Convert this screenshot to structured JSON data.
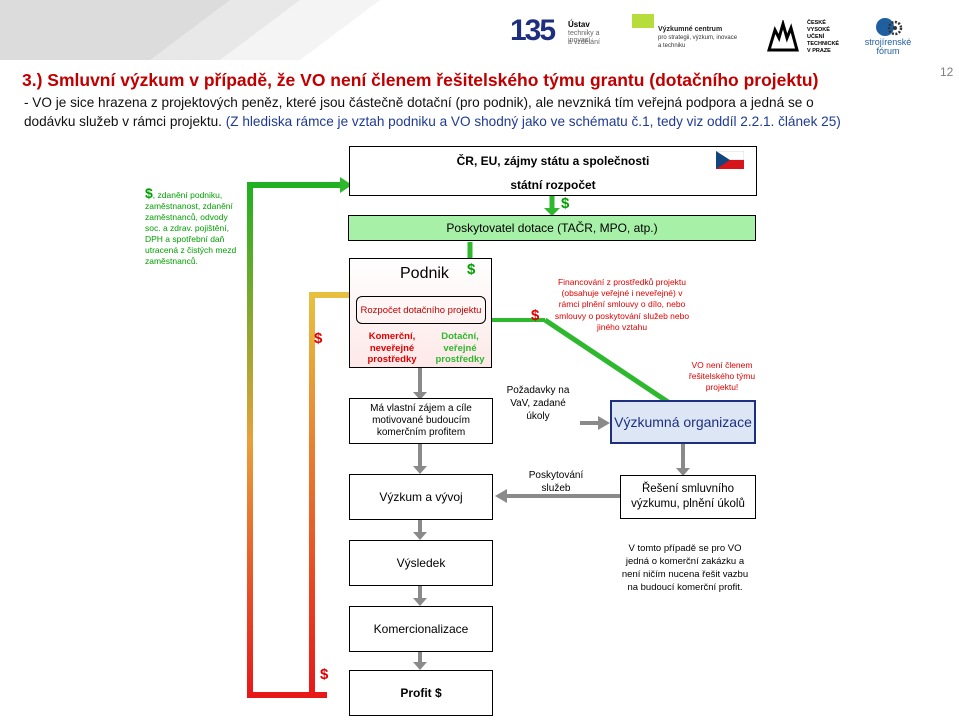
{
  "header": {
    "logo_135_number": "135",
    "logo_135_line1": "Ústav",
    "logo_135_line2": "techniky a inovací",
    "logo_135_line3": "a vzdělání",
    "logo_vc_line1": "Výzkumné centrum",
    "logo_vc_line2": "pro strategii, výzkum, inovace",
    "logo_vc_line3": "a techniku",
    "logo_cvut_line1": "ČESKÉ",
    "logo_cvut_line2": "VYSOKÉ",
    "logo_cvut_line3": "UČENÍ",
    "logo_cvut_line4": "TECHNICKÉ",
    "logo_cvut_line5": "V PRAZE",
    "logo_forum_line1": "strojírenské",
    "logo_forum_line2": "fórum",
    "page_number": "12"
  },
  "slide": {
    "title": "3.) Smluvní výzkum v případě, že VO není členem řešitelského týmu grantu (dotačního projektu)",
    "intro_line1": "- VO je sice hrazena z projektových peněz, které jsou částečně dotační (pro podnik), ale nevzniká tím veřejná podpora a jedná se o",
    "intro_line2a": "dodávku služeb v rámci projektu.",
    "intro_line2b": " (Z hlediska rámce je vztah podniku a VO shodný jako ve schématu č.1, tedy viz oddíl 2.2.1. článek 25)"
  },
  "diagram": {
    "state_box": "ČR, EU, zájmy státu a společnosti",
    "budget_label": "státní rozpočet",
    "dollar": "$",
    "provider_box": "Poskytovatel dotace (TAČR, MPO, atp.)",
    "taxes_dollar": "$",
    "taxes_text": ", zdanění podniku, zaměstnanost, zdanění zaměstnanců, odvody soc. a zdrav. pojištění, DPH a spotřební daň utracená z čistých mezd zaměstnanců.",
    "podnik_title": "Podnik",
    "budget_project_box": "Rozpočet dotačního projektu",
    "commercial_funds": "Komerční, neveřejné prostředky",
    "subsidy_funds": "Dotační, veřejné prostředky",
    "interest_box": "Má vlastní zájem a cíle motivované budoucím komerčním profitem",
    "financing_text": "Financování z prostředků projektu (obsahuje veřejné i neveřejné) v rámci plnění smlouvy o dílo, nebo smlouvy o poskytování služeb nebo jiného vztahu",
    "not_member_text": "VO není členem řešitelského týmu projektu!",
    "requirements_text": "Požadavky na VaV, zadané úkoly",
    "research_org_box": "Výzkumná organizace",
    "rnd_box": "Výzkum a vývoj",
    "services_text": "Poskytování služeb",
    "solution_box": "Řešení smluvního výzkumu, plnění úkolů",
    "results_box": "Výsledek",
    "case_text": "V tomto případě se pro VO jedná o komerční zakázku a není ničím nucena řešit vazbu na budoucí komerční profit.",
    "commercialization_box": "Komercionalizace",
    "profit_box": "Profit $"
  }
}
